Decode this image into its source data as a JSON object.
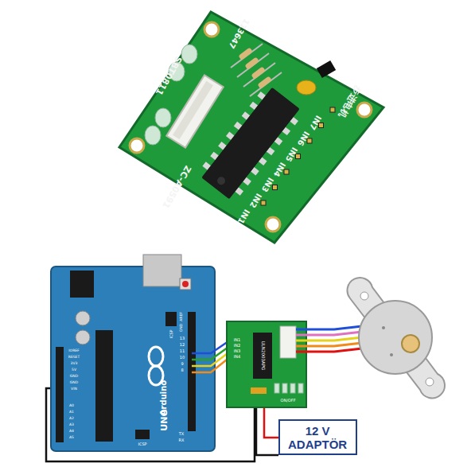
{
  "diagram": {
    "nodes": [
      {
        "text": [
          "12 V ADAPTÖR"
        ]
      }
    ],
    "labels": [
      "SBT0811",
      "113647",
      "ZC-A0591",
      "IN1",
      "IN2",
      "IN3",
      "IN4",
      "IN5",
      "IN6",
      "IN7",
      "步进电机",
      "Arduino",
      "UNO",
      "ICSP",
      "ICSP",
      "AREF",
      "GND",
      "13",
      "12",
      "11",
      "10",
      "9",
      "8",
      "TX",
      "RX",
      "IOREF",
      "RESET",
      "3V3",
      "5V",
      "GND",
      "GND",
      "VIN",
      "A0",
      "A1",
      "A2",
      "A3",
      "A4",
      "A5",
      "ULN2003APG",
      "IN1",
      "IN2",
      "IN3",
      "IN4",
      "ON/OFF"
    ]
  }
}
